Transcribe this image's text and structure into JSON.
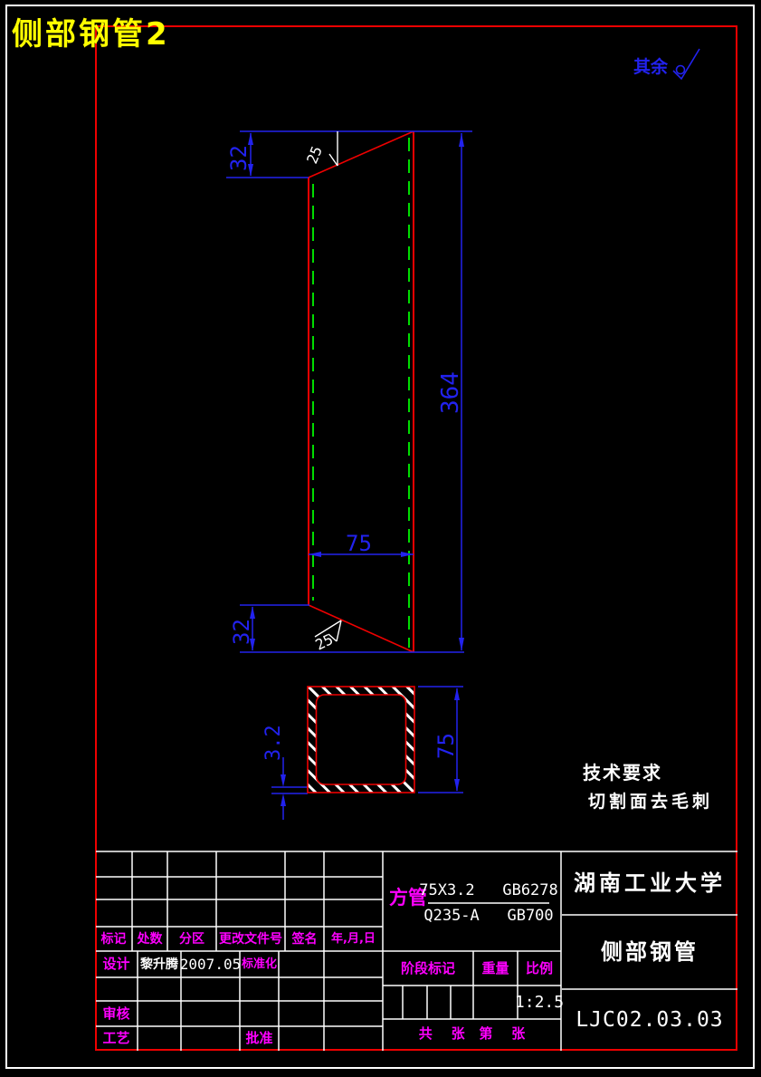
{
  "page": {
    "title": "侧部钢管2",
    "surface_note": "其余"
  },
  "dims": {
    "top_offset": "32",
    "bottom_offset": "32",
    "length": "364",
    "width": "75",
    "section_height": "75",
    "wall_thickness": "3.2",
    "roughness_top": "25",
    "roughness_bottom": "25"
  },
  "tech": {
    "heading": "技术要求",
    "item": "切割面去毛刺"
  },
  "tb": {
    "headers": {
      "mark": "标记",
      "count": "处数",
      "zone": "分区",
      "file": "更改文件号",
      "sign": "签名",
      "date": "年,月,日"
    },
    "design": {
      "label": "设计",
      "name": "黎升腾",
      "date": "2007.05"
    },
    "std": "标准化",
    "audit": "审核",
    "craft": "工艺",
    "approve": "批准",
    "material": {
      "label": "方管",
      "spec_top": "75X3.2   GB6278",
      "spec_bottom": "Q235-A   GB700"
    },
    "stage": "阶段标记",
    "weight": "重量",
    "scale": "比例",
    "scale_value": "1:2.5",
    "sheets": "共    张   第    张",
    "company": "湖南工业大学",
    "part": "侧部钢管",
    "number": "LJC02.03.03"
  },
  "colors": {
    "accent_blue": "#2222ee",
    "line_red": "#ee0000",
    "center_green": "#00dd00",
    "label_magenta": "#ff00ff",
    "title_yellow": "#ffff00"
  }
}
